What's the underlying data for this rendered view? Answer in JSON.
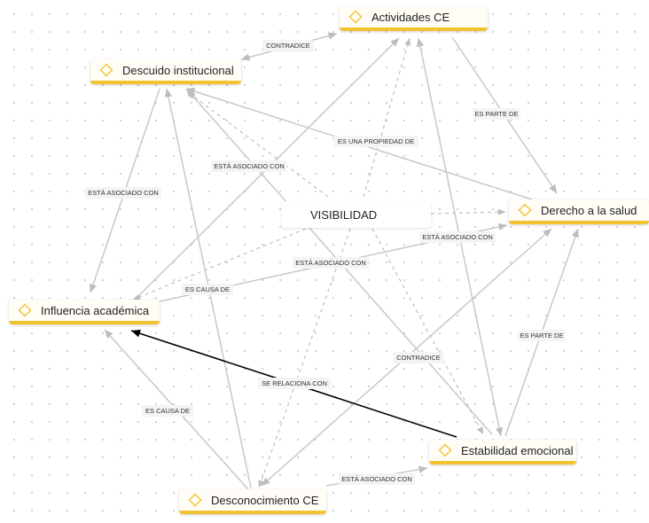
{
  "nodes": {
    "actividades": "Actividades CE",
    "descuido": "Descuido institucional",
    "visibilidad": "VISIBILIDAD",
    "derecho": "Derecho a la salud",
    "influencia": "Influencia académica",
    "estabilidad": "Estabilidad emocional",
    "desconocimiento": "Desconocimiento CE"
  },
  "edge_labels": {
    "contradice_top": "CONTRADICE",
    "es_parte_de_top": "ES PARTE DE",
    "es_una_propiedad_de": "ES UNA PROPIEDAD DE",
    "esta_asociado_con_left": "ESTÁ ASOCIADO CON",
    "esta_asociado_con_center": "ESTÁ ASOCIADO CON",
    "esta_asociado_con_right": "ESTÁ ASOCIADO CON",
    "esta_asociado_con_mid": "ESTÁ ASOCIADO CON",
    "es_causa_de_top": "ES CAUSA DE",
    "es_parte_de_right": "ES PARTE DE",
    "contradice_bottom": "CONTRADICE",
    "se_relaciona_con": "SE RELACIONA CON",
    "es_causa_de_bottom": "ES CAUSA DE",
    "esta_asociado_con_bottom": "ESTÁ ASOCIADO CON"
  },
  "colors": {
    "node_accent": "#f2c230",
    "edge": "#c8c8c8",
    "highlight_edge": "#000000"
  },
  "icons": {
    "node_icon": "diamond-icon"
  }
}
